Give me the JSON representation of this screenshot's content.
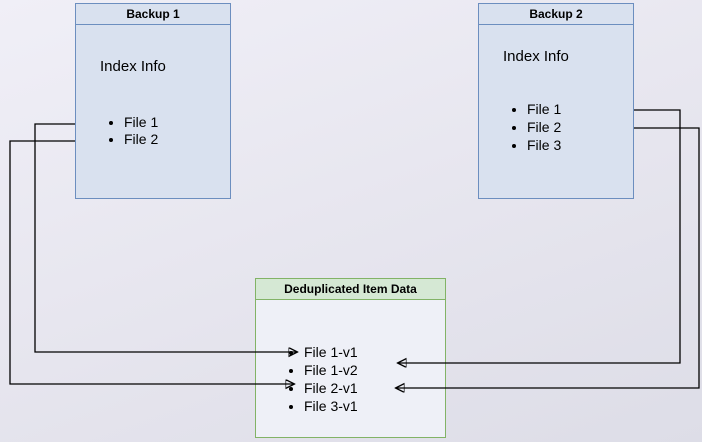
{
  "backup1": {
    "title": "Backup 1",
    "index_label": "Index Info",
    "files": [
      "File 1",
      "File 2"
    ]
  },
  "backup2": {
    "title": "Backup 2",
    "index_label": "Index Info",
    "files": [
      "File 1",
      "File 2",
      "File 3"
    ]
  },
  "dedup": {
    "title": "Deduplicated Item Data",
    "items": [
      "File 1-v1",
      "File 1-v2",
      "File 2-v1",
      "File 3-v1"
    ]
  },
  "connections": [
    {
      "from": "Backup 1 / File 1",
      "to": "File 1-v1"
    },
    {
      "from": "Backup 1 / File 2",
      "to": "File 2-v1"
    },
    {
      "from": "Backup 2 / File 1",
      "to": "File 1-v2"
    },
    {
      "from": "Backup 2 / File 2",
      "to": "File 2-v1"
    }
  ],
  "colors": {
    "backup_fill": "#d9e1ef",
    "backup_border": "#6c8ebf",
    "dedup_header_fill": "#d5e8d4",
    "dedup_border": "#82b366",
    "arrow": "#000000"
  }
}
